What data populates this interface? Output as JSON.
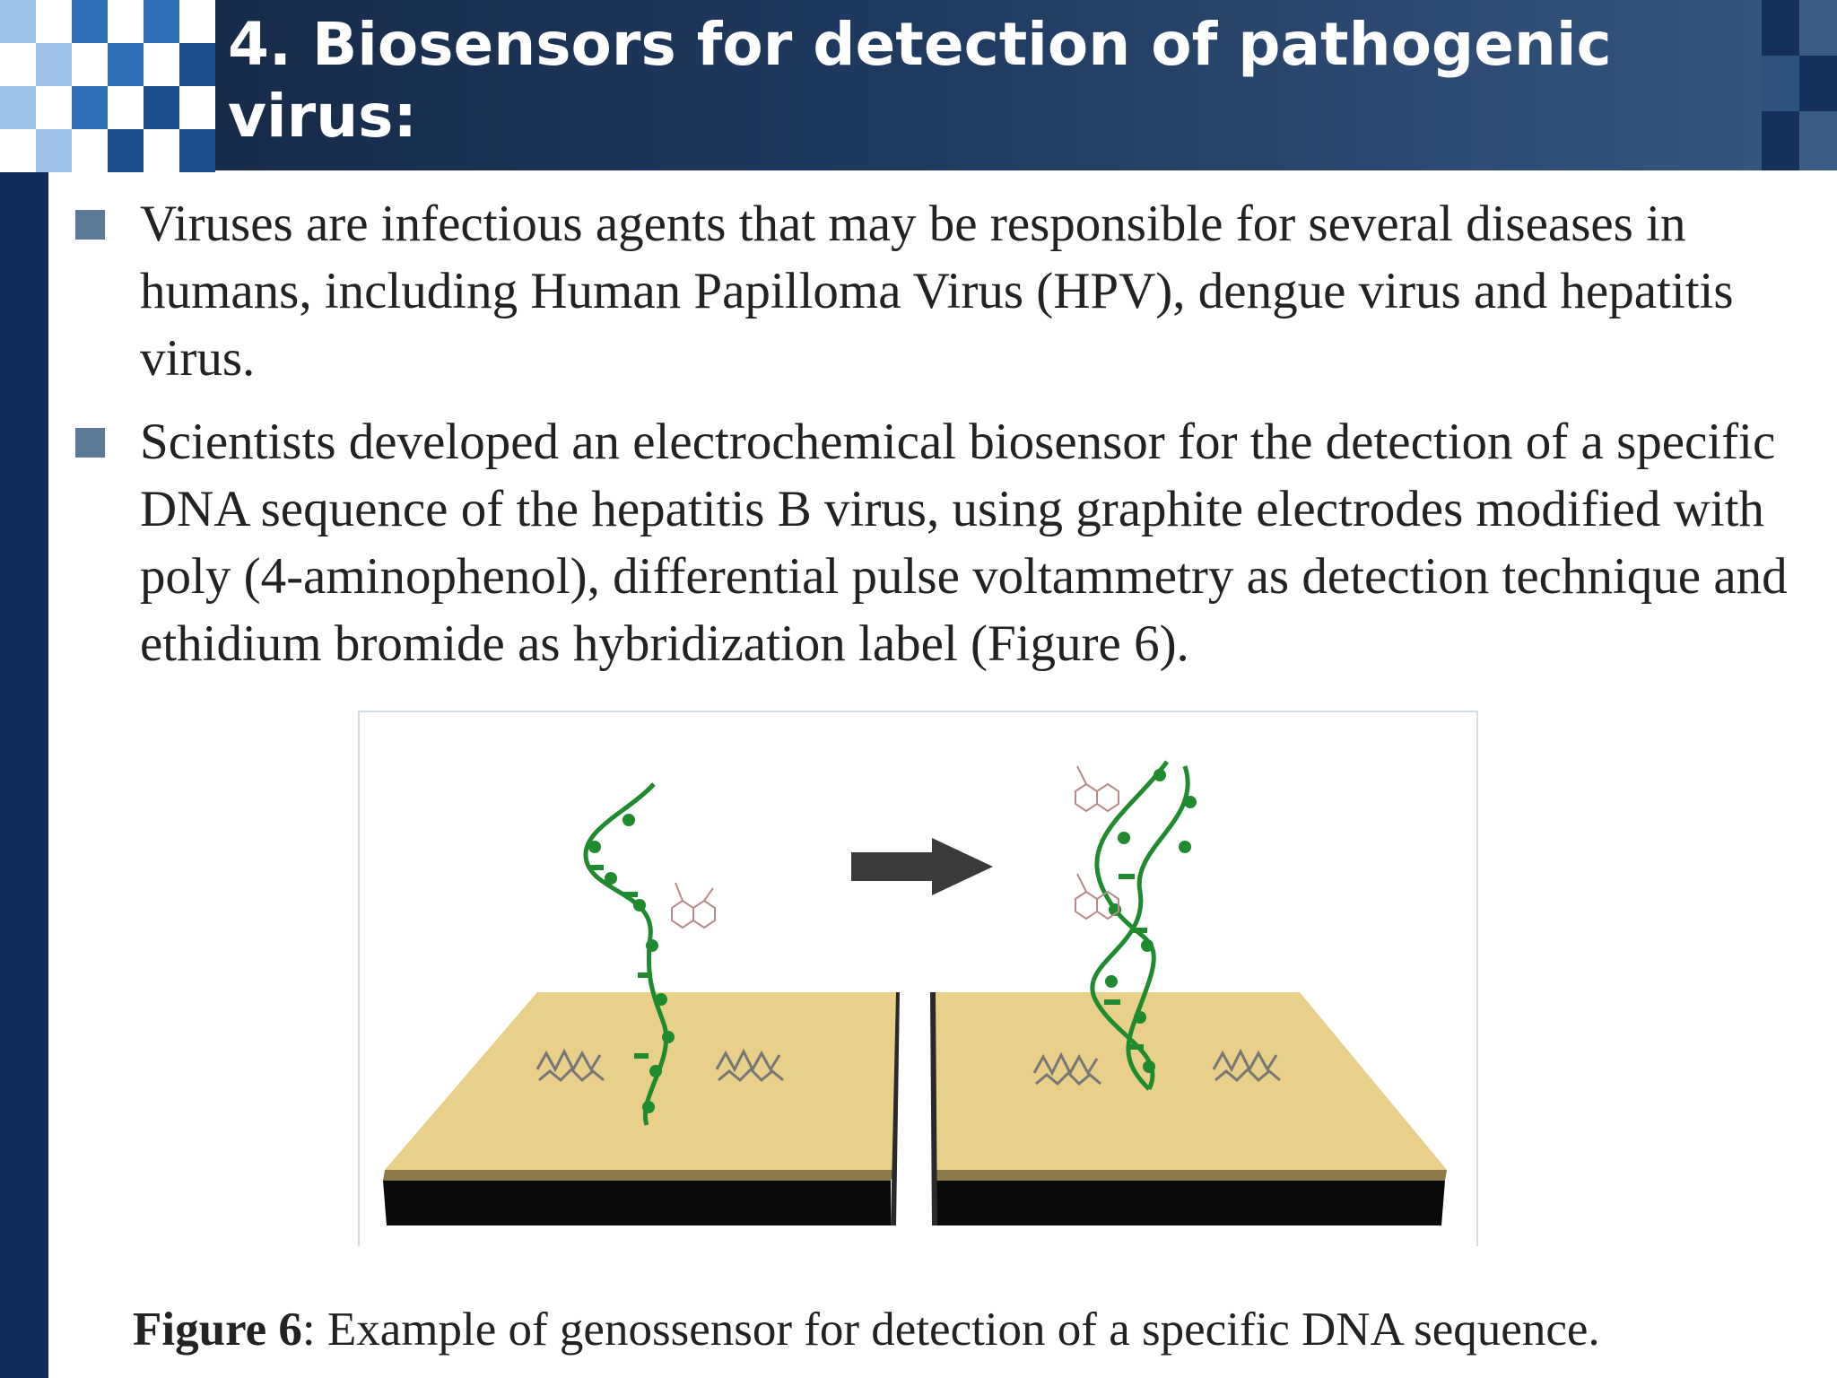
{
  "slide": {
    "title": "4. Biosensors for detection of pathogenic virus:",
    "bullets": [
      {
        "text": "Viruses are infectious agents that may be responsible for several diseases in humans, including Human Papilloma Virus (HPV), dengue virus and hepatitis virus."
      },
      {
        "text": "Scientists developed an electrochemical biosensor for the detection of a specific DNA sequence of the hepatitis B virus, using graphite electrodes modified with poly (4-aminophenol), differential pulse voltammetry as detection technique and ethidium bromide as hybridization label (Figure 6)."
      }
    ],
    "figure": {
      "caption_label": "Figure 6",
      "caption_text": ": Example of genossensor for detection of a specific DNA sequence."
    }
  },
  "colors": {
    "title_bar": "#1f3a60",
    "left_band": "#0f2b57",
    "bullet": "#5b7a99",
    "electrode_top": "#e8cf8a",
    "electrode_base": "#0a0a0a",
    "dna": "#1f8a2e"
  },
  "icons": {
    "bullet": "square-bullet-icon",
    "arrow": "right-arrow-icon"
  }
}
